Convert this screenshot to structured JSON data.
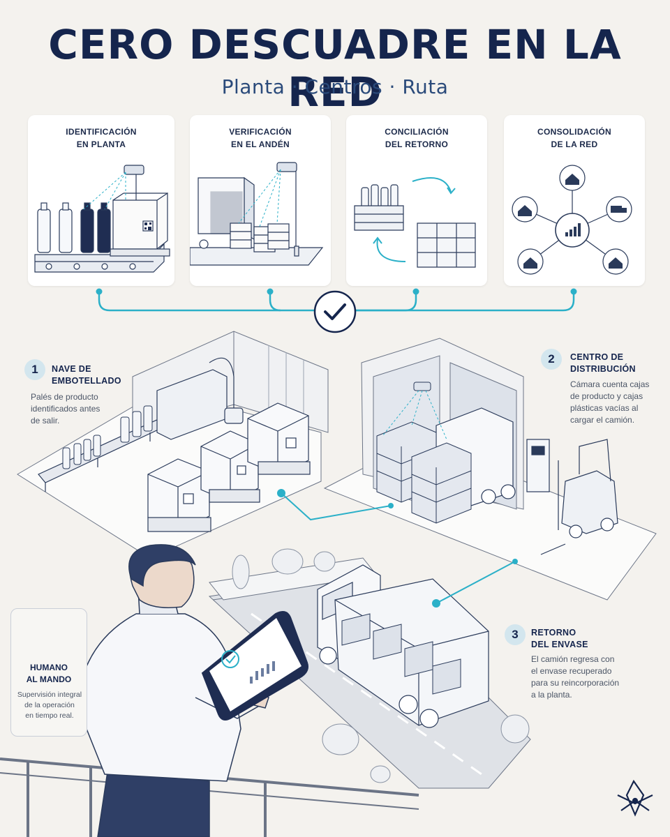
{
  "header": {
    "title": "CERO DESCUADRE EN LA RED",
    "subtitle": "Planta · Centros · Ruta"
  },
  "cards": [
    {
      "line1": "IDENTIFICACIÓN",
      "line2": "EN PLANTA"
    },
    {
      "line1": "VERIFICACIÓN",
      "line2": "EN EL ANDÉN"
    },
    {
      "line1": "CONCILIACIÓN",
      "line2": "DEL RETORNO"
    },
    {
      "line1": "CONSOLIDACIÓN",
      "line2": "DE LA RED"
    }
  ],
  "steps": [
    {
      "number": "1",
      "title_line1": "NAVE DE",
      "title_line2": "EMBOTELLADO",
      "desc": [
        "Palés de producto",
        "identificados antes",
        "de salir."
      ]
    },
    {
      "number": "2",
      "title_line1": "CENTRO DE",
      "title_line2": "DISTRIBUCIÓN",
      "desc": [
        "Cámara cuenta cajas",
        "de producto y cajas",
        "plásticas vacías al",
        "cargar el camión."
      ]
    },
    {
      "number": "3",
      "title_line1": "RETORNO",
      "title_line2": "DEL ENVASE",
      "desc": [
        "El camión regresa con",
        "el envase recuperado",
        "para su reincorporación",
        "a la planta."
      ]
    }
  ],
  "human": {
    "title_line1": "HUMANO",
    "title_line2": "AL MANDO",
    "desc": [
      "Supervisión integral",
      "de la operación",
      "en tiempo real."
    ]
  },
  "colors": {
    "navy": "#15254d",
    "accent": "#2bb0c8",
    "card_bg": "#ffffff",
    "page_bg": "#f4f2ee"
  },
  "icons": [
    "camera-icon",
    "check-icon",
    "warehouse-icon",
    "truck-icon",
    "store-icon",
    "bar-chart-icon",
    "user-icon",
    "brand-logo-icon"
  ]
}
